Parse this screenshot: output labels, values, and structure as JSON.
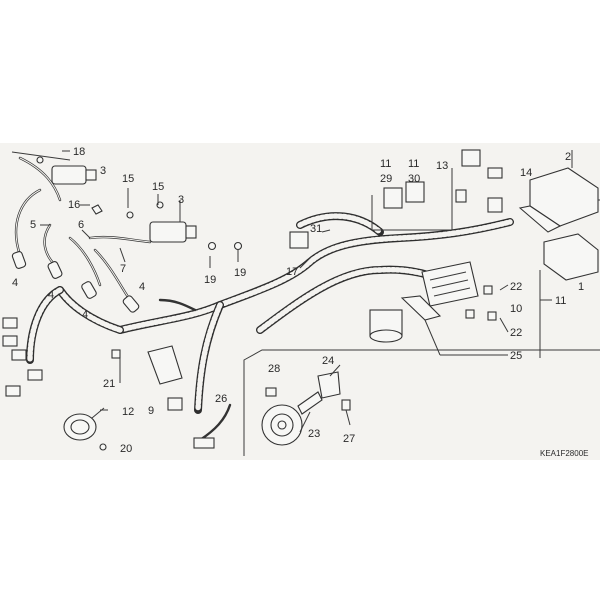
{
  "diagram": {
    "drawing_code": "KEA1F2800E",
    "callouts": [
      "18",
      "3",
      "15",
      "15",
      "16",
      "6",
      "3",
      "5",
      "7",
      "19",
      "19",
      "4",
      "4",
      "4",
      "4",
      "1",
      "2",
      "11",
      "29",
      "11",
      "30",
      "13",
      "14",
      "31",
      "17",
      "22",
      "10",
      "11",
      "22",
      "25",
      "21",
      "9",
      "12",
      "20",
      "26",
      "28",
      "24",
      "23",
      "27"
    ]
  }
}
